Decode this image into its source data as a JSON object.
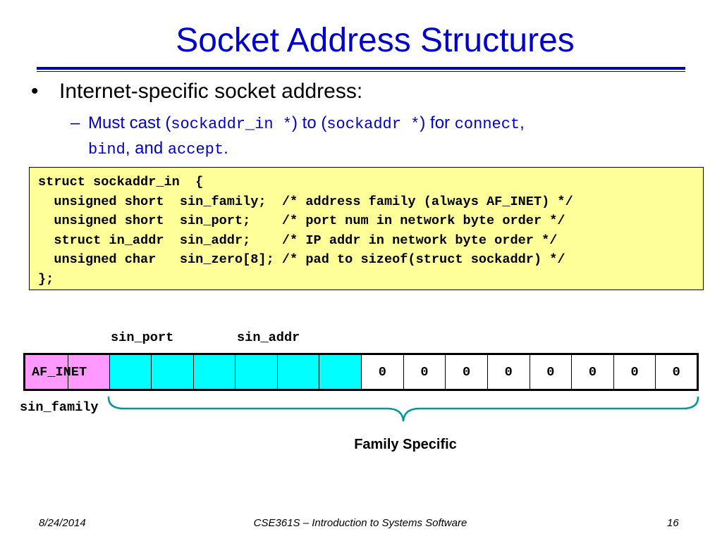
{
  "title": "Socket Address Structures",
  "bullet": {
    "mark": "•",
    "text": "Internet-specific socket address:"
  },
  "sub": {
    "dash": "–",
    "t1": "Must cast (",
    "c1": "sockaddr_in *",
    "t2": ") to (",
    "c2": "sockaddr *",
    "t3": ") for ",
    "c3": "connect",
    "t4": ", ",
    "c4": "bind",
    "t5": ", and ",
    "c5": "accept",
    "t6": "."
  },
  "code_lines": [
    "struct sockaddr_in  {",
    "  unsigned short  sin_family;  /* address family (always AF_INET) */",
    "  unsigned short  sin_port;    /* port num in network byte order */",
    "  struct in_addr  sin_addr;    /* IP addr in network byte order */",
    "  unsigned char   sin_zero[8]; /* pad to sizeof(struct sockaddr) */",
    "};"
  ],
  "diagram": {
    "label_port": "sin_port",
    "label_addr": "sin_addr",
    "label_family": "sin_family",
    "label_specific": "Family Specific",
    "cells": [
      "AF_INET",
      "",
      "",
      "",
      "",
      "",
      "",
      "0",
      "0",
      "0",
      "0",
      "0",
      "0",
      "0",
      "0"
    ],
    "colors": {
      "family_cell": "#ff99ff",
      "specific_cell": "#00ffff",
      "brace": "#009999"
    }
  },
  "footer": {
    "date": "8/24/2014",
    "course": "CSE361S – Introduction to Systems Software",
    "page": "16"
  }
}
